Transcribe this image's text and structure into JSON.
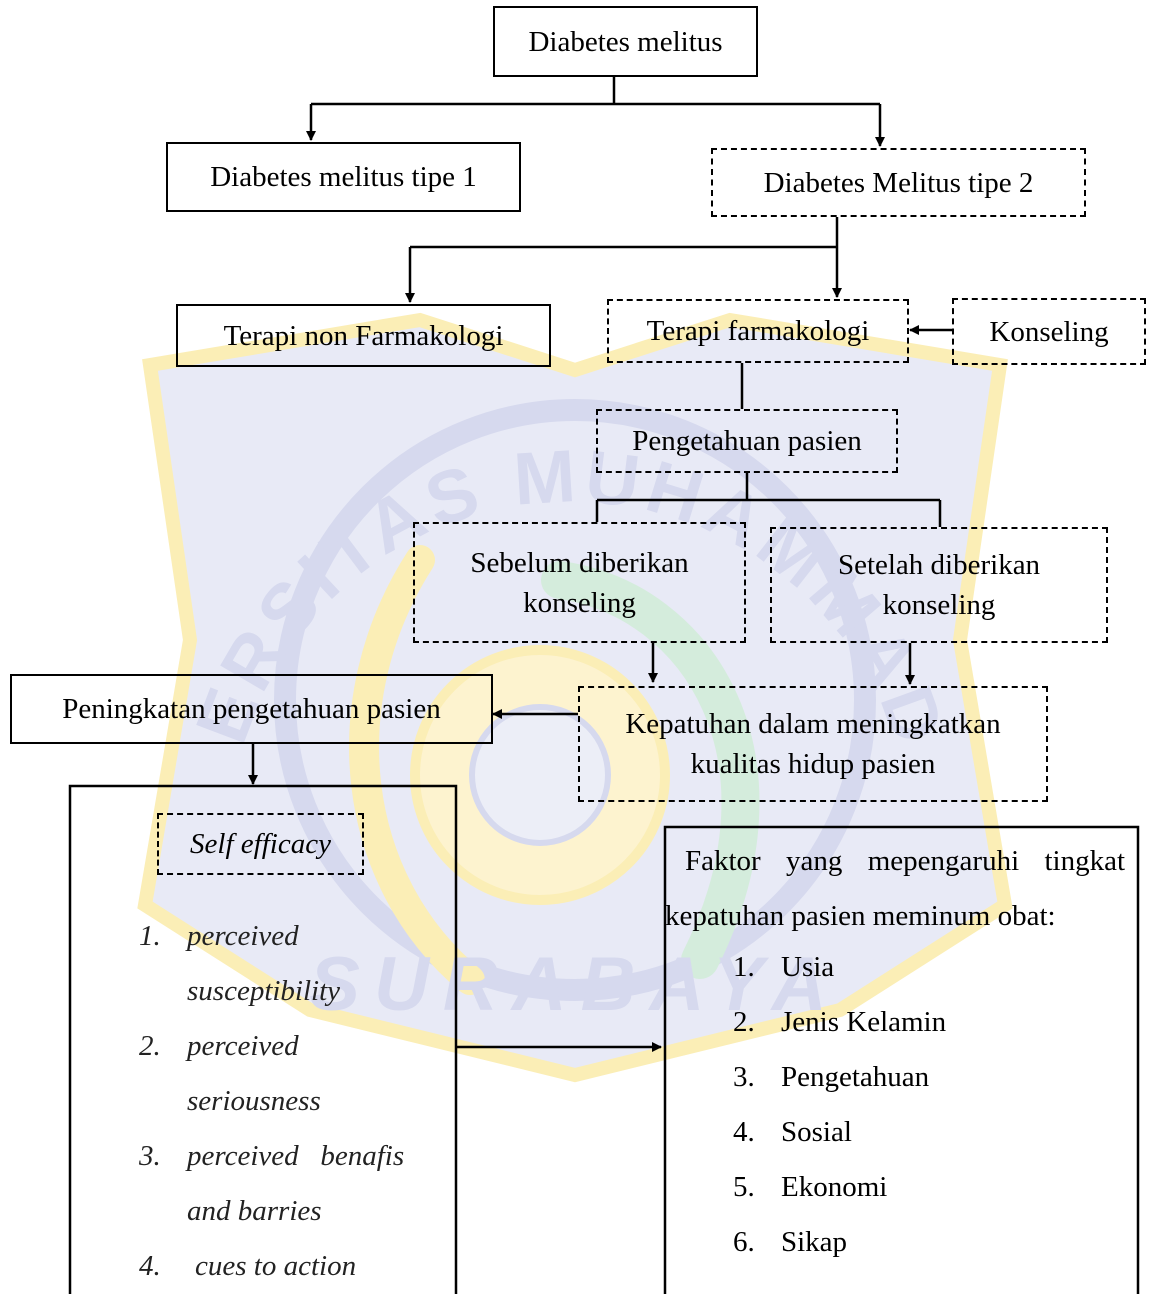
{
  "nodes": {
    "root": "Diabetes melitus",
    "type1": "Diabetes melitus tipe 1",
    "type2": "Diabetes Melitus tipe 2",
    "non_pharma": "Terapi non Farmakologi",
    "pharma": "Terapi farmakologi",
    "counseling": "Konseling",
    "knowledge": "Pengetahuan pasien",
    "before_line1": "Sebelum diberikan",
    "before_line2": "konseling",
    "after_line1": "Setelah diberikan",
    "after_line2": "konseling",
    "increase": "Peningkatan pengetahuan pasien",
    "compliance_line1": "Kepatuhan dalam meningkatkan",
    "compliance_line2": "kualitas hidup pasien",
    "self_efficacy": "Self efficacy"
  },
  "self_efficacy_items": [
    {
      "num": "1.",
      "line1": "perceived",
      "line2": "susceptibility"
    },
    {
      "num": "2.",
      "line1": "perceived",
      "line2": "seriousness"
    },
    {
      "num": "3.",
      "line1": "perceived   benafis",
      "line2": "and barries"
    },
    {
      "num": "4.",
      "line1": "cues to action",
      "line2": ""
    }
  ],
  "factors": {
    "title_line1": "Faktor yang mepengaruhi tingkat",
    "title_line2": "kepatuhan pasien meminum obat:",
    "items": [
      {
        "num": "1.",
        "label": "Usia"
      },
      {
        "num": "2.",
        "label": "Jenis Kelamin"
      },
      {
        "num": "3.",
        "label": "Pengetahuan"
      },
      {
        "num": "4.",
        "label": "Sosial"
      },
      {
        "num": "5.",
        "label": "Ekonomi"
      },
      {
        "num": "6.",
        "label": "Sikap"
      }
    ]
  },
  "watermark": {
    "top_text": "UNIVERSITAS MUHAMMADIYAH",
    "bottom_text": "SURABAYA",
    "colors": {
      "blue": "#d6d9ee",
      "yellow": "#fbeeb6",
      "green": "#d4ecdc"
    }
  }
}
